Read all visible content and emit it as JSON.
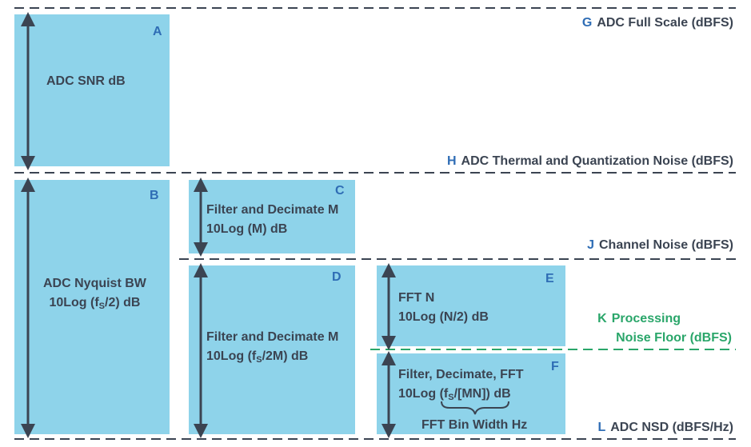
{
  "boxes": {
    "A": {
      "letter": "A",
      "line1": "ADC SNR dB"
    },
    "B": {
      "letter": "B",
      "line1": "ADC Nyquist BW",
      "line2_pre": "10Log (f",
      "line2_sub": "S",
      "line2_post": "/2) dB"
    },
    "C": {
      "letter": "C",
      "line1": "Filter and Decimate M",
      "line2": "10Log (M) dB"
    },
    "D": {
      "letter": "D",
      "line1": "Filter and Decimate M",
      "line2_pre": "10Log (f",
      "line2_sub": "S",
      "line2_post": "/2M) dB"
    },
    "E": {
      "letter": "E",
      "line1": "FFT N",
      "line2": "10Log (N/2) dB"
    },
    "F": {
      "letter": "F",
      "line1": "Filter, Decimate, FFT",
      "line2_pre": "10Log (f",
      "line2_sub": "S",
      "line2_post": "/[MN]) dB",
      "brace_label": "FFT Bin Width Hz"
    }
  },
  "levels": {
    "G": {
      "letter": "G",
      "label": "ADC Full Scale (dBFS)"
    },
    "H": {
      "letter": "H",
      "label": "ADC Thermal and Quantization Noise (dBFS)"
    },
    "J": {
      "letter": "J",
      "label": "Channel Noise (dBFS)"
    },
    "K": {
      "letter": "K",
      "label1": "Processing",
      "label2": "Noise Floor (dBFS)"
    },
    "L": {
      "letter": "L",
      "label": "ADC NSD (dBFS/Hz)"
    }
  },
  "colors": {
    "box_fill": "#8ed3ea",
    "letter": "#2f6db5",
    "text": "#3b4452",
    "processing_floor": "#2aa66a"
  }
}
